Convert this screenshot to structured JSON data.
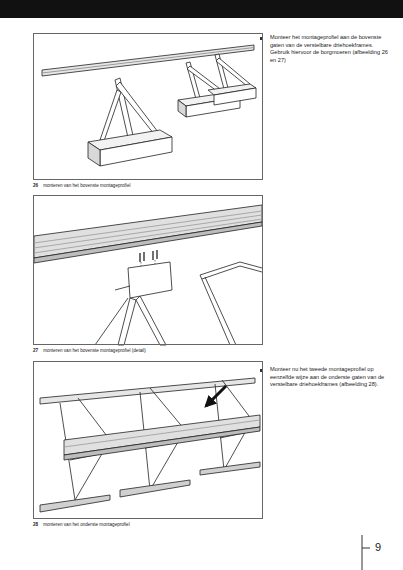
{
  "diagram": {
    "nodes": [
      {
        "text": [
          "26",
          "monteren van het bovenste montageprofiel"
        ]
      },
      {
        "text": [
          "27",
          "monteren van het bovenste montageprofiel (detail)"
        ]
      },
      {
        "text": [
          "28",
          "monteren van het onderste montageprofiel"
        ]
      }
    ],
    "labels": [
      "Monteer het montageprofiel aan de bovenste gaten van de verstelbare driehoekframes. Gebruik hiervoor de borgmoeren (afbeelding 26 en 27)",
      "Monteer nu het tweede montageprofiel op eenzelfde wijze aan de onderste gaten van de verstelbare driehoekframes (afbeelding 28).",
      "9"
    ]
  }
}
